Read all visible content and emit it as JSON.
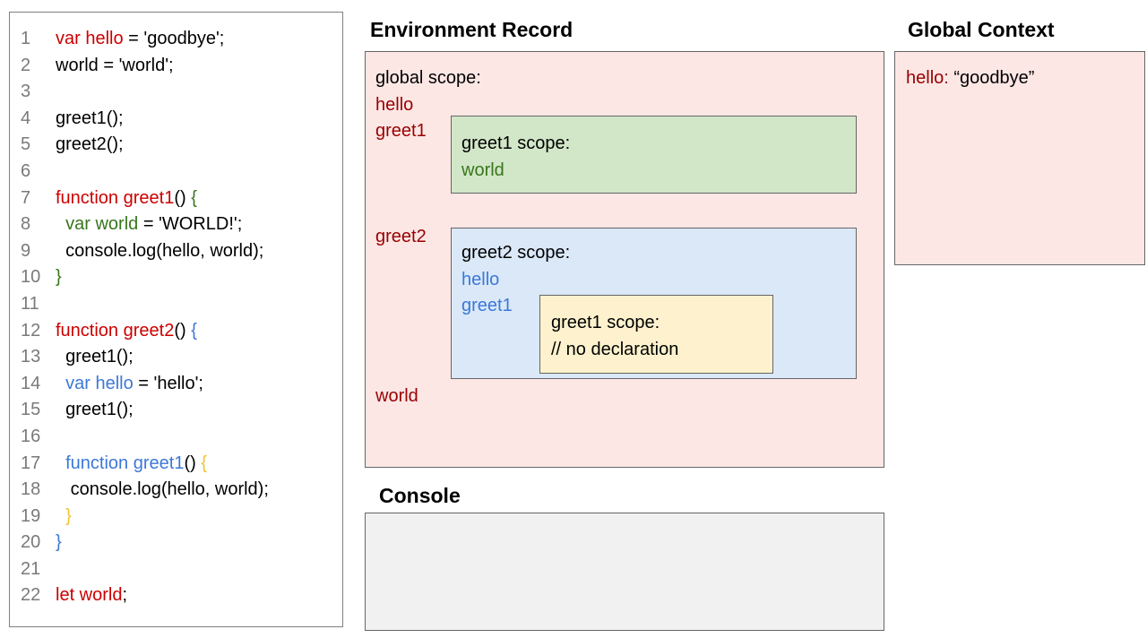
{
  "code_panel": {
    "lines": [
      {
        "num": "1",
        "segments": [
          {
            "text": "var hello",
            "color": "red"
          },
          {
            "text": " = 'goodbye';",
            "color": "black"
          }
        ]
      },
      {
        "num": "2",
        "segments": [
          {
            "text": "world = 'world';",
            "color": "black"
          }
        ]
      },
      {
        "num": "3",
        "segments": []
      },
      {
        "num": "4",
        "segments": [
          {
            "text": "greet1();",
            "color": "black"
          }
        ]
      },
      {
        "num": "5",
        "segments": [
          {
            "text": "greet2();",
            "color": "black"
          }
        ]
      },
      {
        "num": "6",
        "segments": []
      },
      {
        "num": "7",
        "segments": [
          {
            "text": "function greet1",
            "color": "red"
          },
          {
            "text": "() ",
            "color": "black"
          },
          {
            "text": "{",
            "color": "green"
          }
        ]
      },
      {
        "num": "8",
        "segments": [
          {
            "text": "  ",
            "color": "black"
          },
          {
            "text": "var world",
            "color": "green"
          },
          {
            "text": " = 'WORLD!';",
            "color": "black"
          }
        ]
      },
      {
        "num": "9",
        "segments": [
          {
            "text": "  console.log(hello, world);",
            "color": "black"
          }
        ]
      },
      {
        "num": "10",
        "segments": [
          {
            "text": "}",
            "color": "green"
          }
        ]
      },
      {
        "num": "11",
        "segments": []
      },
      {
        "num": "12",
        "segments": [
          {
            "text": "function greet2",
            "color": "red"
          },
          {
            "text": "() ",
            "color": "black"
          },
          {
            "text": "{",
            "color": "blue"
          }
        ]
      },
      {
        "num": "13",
        "segments": [
          {
            "text": "  greet1();",
            "color": "black"
          }
        ]
      },
      {
        "num": "14",
        "segments": [
          {
            "text": "  ",
            "color": "black"
          },
          {
            "text": "var hello",
            "color": "blue"
          },
          {
            "text": " = 'hello';",
            "color": "black"
          }
        ]
      },
      {
        "num": "15",
        "segments": [
          {
            "text": "  greet1();",
            "color": "black"
          }
        ]
      },
      {
        "num": "16",
        "segments": []
      },
      {
        "num": "17",
        "segments": [
          {
            "text": "  ",
            "color": "black"
          },
          {
            "text": "function greet1",
            "color": "blue"
          },
          {
            "text": "() ",
            "color": "black"
          },
          {
            "text": "{",
            "color": "yellow"
          }
        ]
      },
      {
        "num": "18",
        "segments": [
          {
            "text": "   console.log(hello, world);",
            "color": "black"
          }
        ]
      },
      {
        "num": "19",
        "segments": [
          {
            "text": "  ",
            "color": "black"
          },
          {
            "text": "}",
            "color": "yellow"
          }
        ]
      },
      {
        "num": "20",
        "segments": [
          {
            "text": "}",
            "color": "blue"
          }
        ]
      },
      {
        "num": "21",
        "segments": []
      },
      {
        "num": "22",
        "segments": [
          {
            "text": "let world",
            "color": "red"
          },
          {
            "text": ";",
            "color": "black"
          }
        ]
      }
    ]
  },
  "environment_record": {
    "title": "Environment Record",
    "global_scope_label": "global scope:",
    "var_hello": "hello",
    "var_greet1": "greet1",
    "var_greet2": "greet2",
    "var_world": "world",
    "greet1_scope": {
      "label": "greet1 scope:",
      "var_world": "world"
    },
    "greet2_scope": {
      "label": "greet2 scope:",
      "var_hello": "hello",
      "var_greet1": "greet1",
      "inner_greet1_scope": {
        "label": "greet1 scope:",
        "comment": "// no declaration"
      }
    }
  },
  "global_context": {
    "title": "Global Context",
    "entry_key": "hello:",
    "entry_value": " “goodbye”"
  },
  "console": {
    "title": "Console",
    "content": ""
  },
  "colors": {
    "code_red": "#cc0000",
    "env_red": "#990000",
    "green_text": "#38761d",
    "blue_text": "#3c78d8",
    "yellow_text": "#f1c232",
    "line_number_gray": "#7a7a7a",
    "pink_bg": "#fce7e5",
    "green_bg": "#d2e7c8",
    "blue_bg": "#dae8f8",
    "yellow_bg": "#fdf2cd",
    "console_bg": "#f1f1f2",
    "border_gray": "#666666"
  }
}
